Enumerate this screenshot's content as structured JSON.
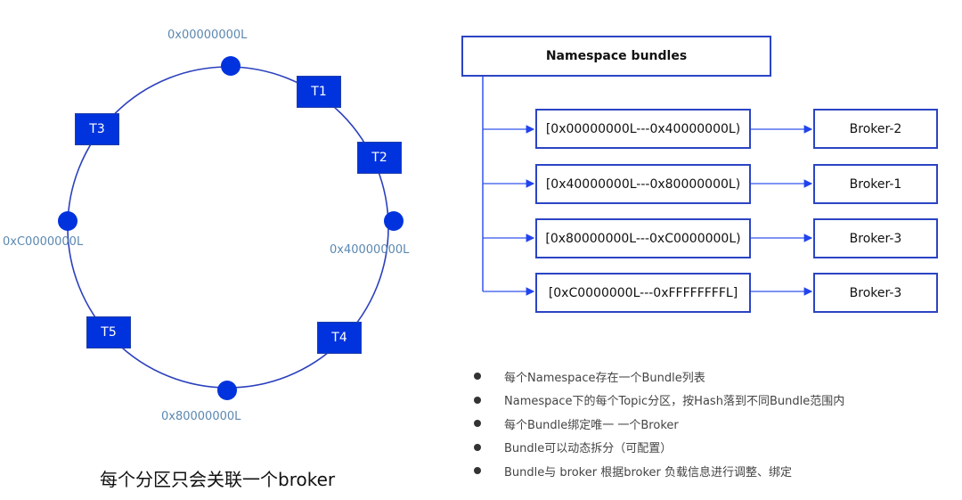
{
  "ring": {
    "hash_points": [
      {
        "label": "0x00000000L",
        "angle_deg": 0
      },
      {
        "label": "0x40000000L",
        "angle_deg": 90
      },
      {
        "label": "0x80000000L",
        "angle_deg": 180
      },
      {
        "label": "0xC0000000L",
        "angle_deg": 270
      }
    ],
    "topics": [
      "T1",
      "T2",
      "T3",
      "T4",
      "T5"
    ],
    "caption": "每个分区只会关联一个broker",
    "colors": {
      "ring": "#2a3fbd",
      "node": "#0033dd",
      "label": "#5b88b0"
    }
  },
  "tree": {
    "root": "Namespace bundles",
    "bundles": [
      {
        "range": "[0x00000000L---0x40000000L)",
        "broker": "Broker-2"
      },
      {
        "range": "[0x40000000L---0x80000000L)",
        "broker": "Broker-1"
      },
      {
        "range": "[0x80000000L---0xC0000000L)",
        "broker": "Broker-3"
      },
      {
        "range": "[0xC0000000L---0xFFFFFFFFL]",
        "broker": "Broker-3"
      }
    ],
    "colors": {
      "border": "#2b44c4",
      "connector": "#3355ee"
    }
  },
  "notes": [
    "每个Namespace存在一个Bundle列表",
    "Namespace下的每个Topic分区，按Hash落到不同Bundle范围内",
    "每个Bundle绑定唯一 一个Broker",
    "Bundle可以动态拆分（可配置）",
    "Bundle与 broker 根据broker 负载信息进行调整、绑定"
  ]
}
